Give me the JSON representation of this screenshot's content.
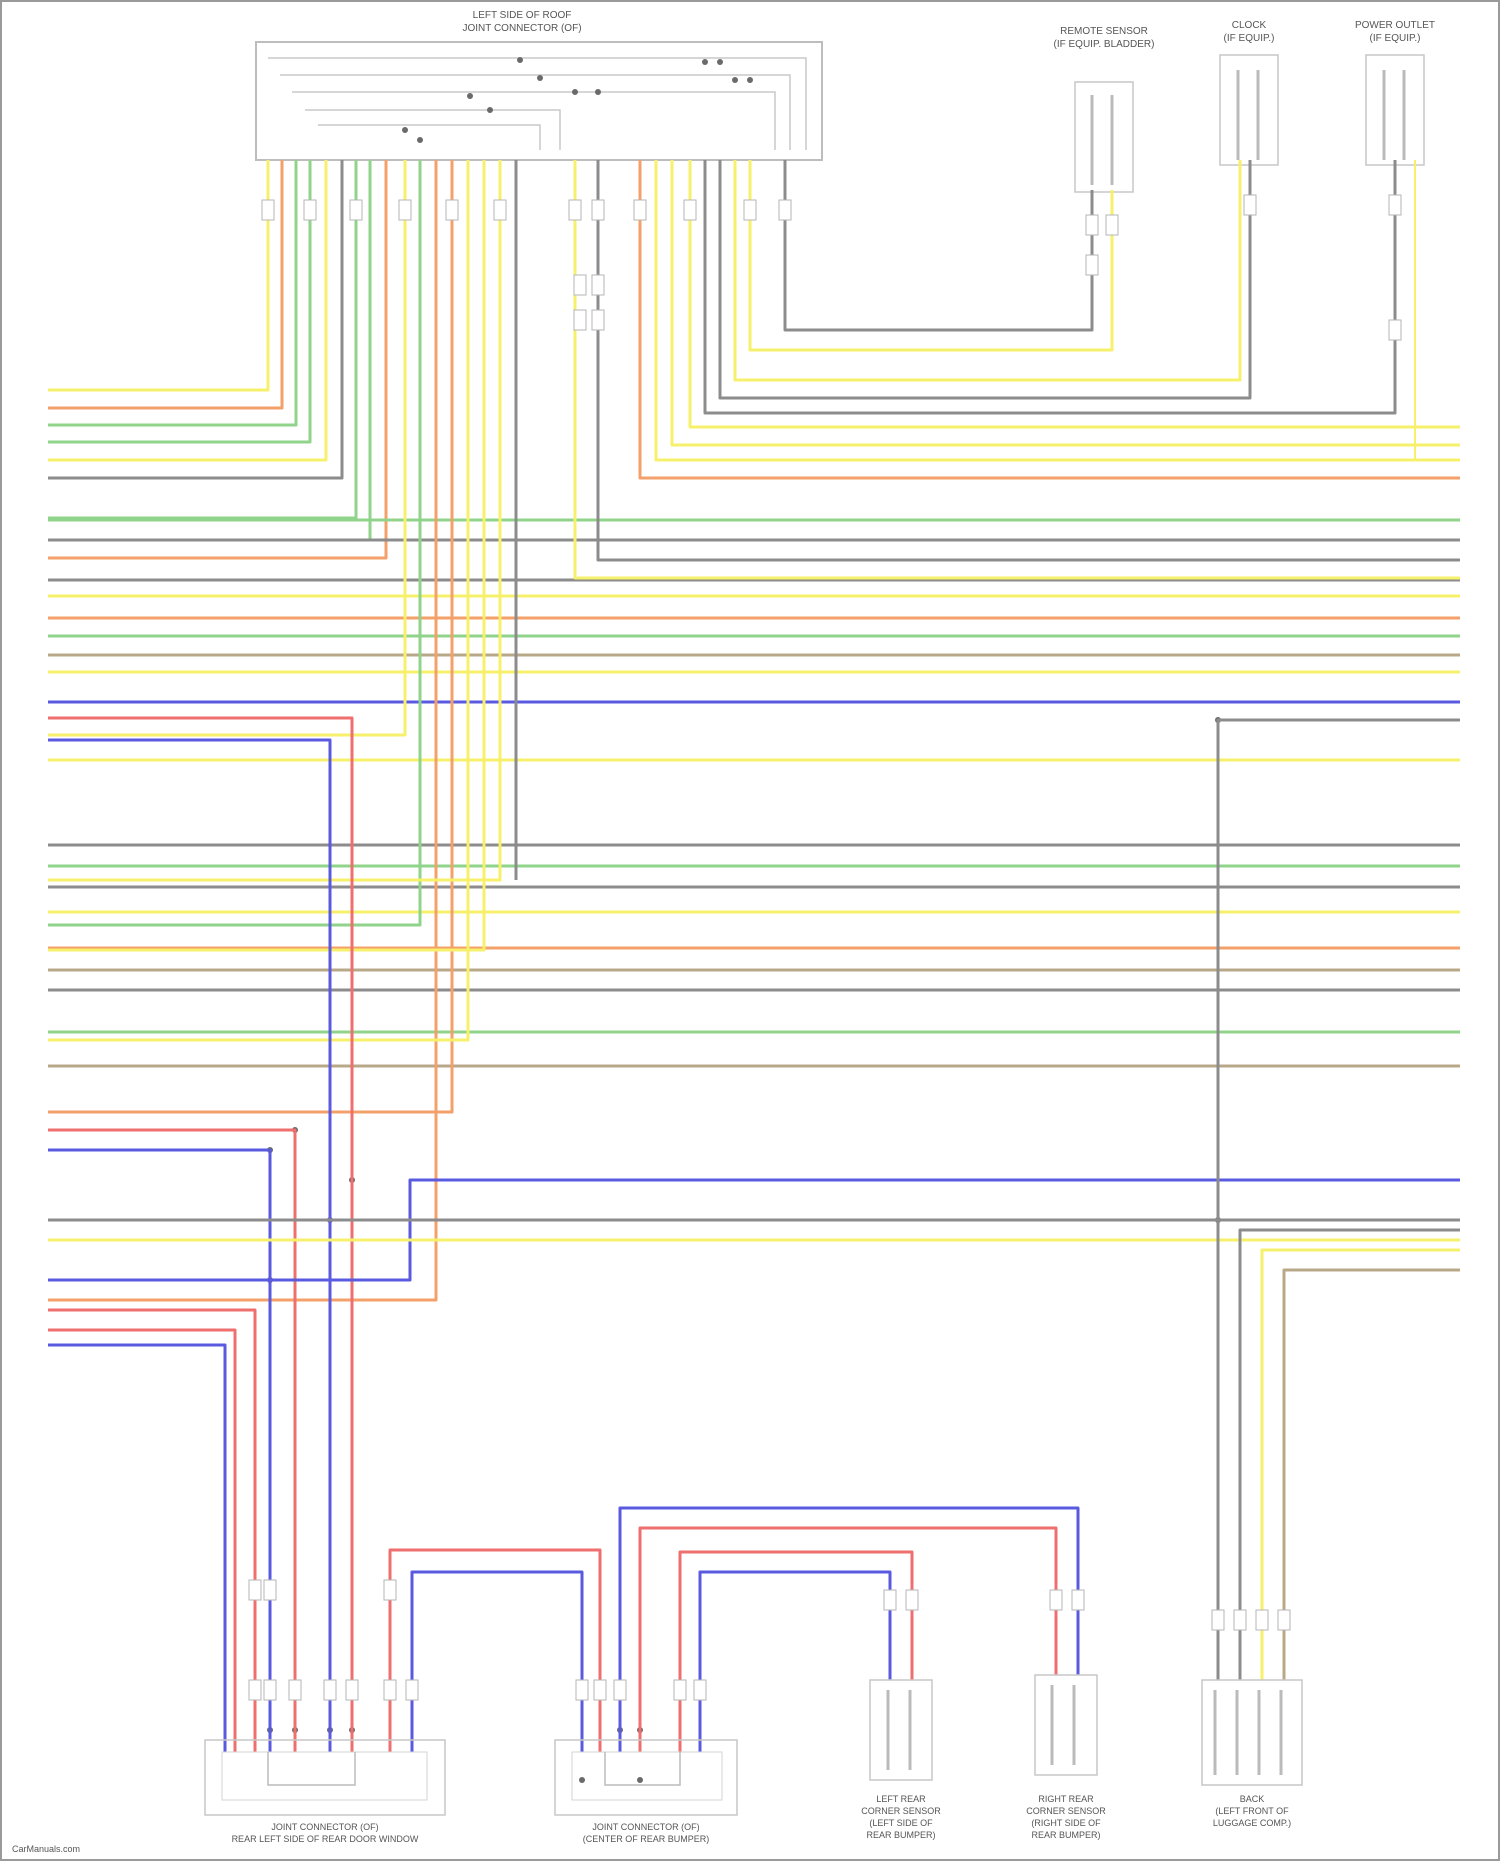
{
  "top_block": {
    "title_line1": "LEFT SIDE OF ROOF",
    "title_line2": "JOINT CONNECTOR (OF)"
  },
  "components": [
    {
      "id": "c1",
      "line1": "REMOTE SENSOR",
      "line2": "(IF EQUIP. BLADDER)",
      "line3": ""
    },
    {
      "id": "c2",
      "line1": "CLOCK",
      "line2": "(IF EQUIP.)",
      "line3": ""
    },
    {
      "id": "c3",
      "line1": "POWER OUTLET",
      "line2": "(IF EQUIP.)",
      "line3": ""
    }
  ],
  "bottom_labels": [
    {
      "id": "b1",
      "line1": "JOINT CONNECTOR (OF)",
      "line2": "REAR LEFT SIDE OF REAR DOOR WINDOW"
    },
    {
      "id": "b2",
      "line1": "JOINT CONNECTOR (OF)",
      "line2": "(CENTER OF REAR BUMPER)"
    },
    {
      "id": "b3",
      "line1": "LEFT REAR",
      "line2": "CORNER SENSOR",
      "line3": "(LEFT SIDE OF",
      "line4": "REAR BUMPER)"
    },
    {
      "id": "b4",
      "line1": "RIGHT REAR",
      "line2": "CORNER SENSOR",
      "line3": "(RIGHT SIDE OF",
      "line4": "REAR BUMPER)"
    },
    {
      "id": "b5",
      "line1": "BACK",
      "line2": "(LEFT FRONT OF",
      "line3": "LUGGAGE COMP.)"
    }
  ],
  "watermark": "CarManuals.com",
  "wire_colors": {
    "yellow": "#f6f06a",
    "orange": "#f3a06a",
    "green": "#8fd48a",
    "gray": "#8c8c8c",
    "blue": "#5a5ae0",
    "red": "#ef6f6f",
    "tan": "#b8a888",
    "frame": "#bdbdbd"
  }
}
